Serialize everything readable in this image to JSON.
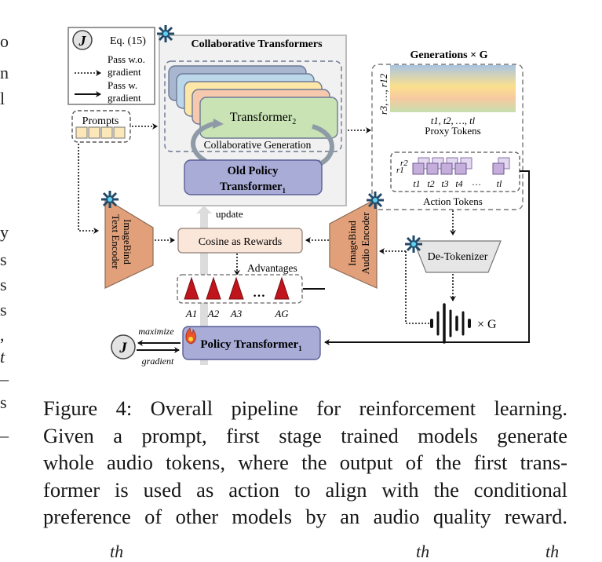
{
  "legend": {
    "objective_symbol": "J",
    "objective_label": "Eq. (15)",
    "dotted_label_line1": "Pass w.o.",
    "dotted_label_line2": "gradient",
    "solid_label_line1": "Pass w.",
    "solid_label_line2": "gradient"
  },
  "collab": {
    "title": "Collaborative Transformers",
    "front_transformer": "Transformer",
    "front_transformer_sub": "2",
    "loop_label": "Collaborative Generation",
    "old_policy_line1": "Old Policy",
    "old_policy_line2": "Transformer",
    "old_policy_sub": "1",
    "stack_colors": [
      "#a9b6cf",
      "#bcd7ea",
      "#fde7a6",
      "#f6c8ad",
      "#c9e3b5"
    ]
  },
  "prompts": {
    "label": "Prompts",
    "token_count": 4
  },
  "generations": {
    "title": "Generations × G",
    "proxy_axis_y": "r3, …, r12",
    "proxy_axis_x": "t1, t2, …, tl",
    "proxy_label": "Proxy Tokens",
    "action_rows": [
      "r2",
      "r1"
    ],
    "action_cols": [
      "t1",
      "t2",
      "t3",
      "t4",
      "…",
      "tl"
    ],
    "action_label": "Action Tokens"
  },
  "text_encoder": {
    "line1": "ImageBind",
    "line2": "Text Encoder"
  },
  "audio_encoder": {
    "line1": "ImageBind",
    "line2": "Audio Encoder"
  },
  "update_label": "update",
  "rewards_label": "Cosine as Rewards",
  "advantages": {
    "label": "Advantages",
    "items": [
      "A1",
      "A2",
      "A3",
      "AG"
    ],
    "ellipsis": "…"
  },
  "detokenizer_label": "De-Tokenizer",
  "audio_multiplier": "× G",
  "policy": {
    "label": "Policy Transformer",
    "sub": "1",
    "maximize": "maximize",
    "gradient": "gradient",
    "objective_symbol": "J"
  },
  "caption": {
    "lines": [
      "Figure 4: Overall pipeline for reinforcement learning.",
      "Given a prompt, first stage trained models generate",
      "whole audio tokens, where the output of the first trans-",
      "former is used as action to align with the conditional",
      "preference of other models by an audio quality reward."
    ]
  },
  "left_edge_fragments": [
    "o",
    "n",
    "l",
    "y",
    "s",
    "s",
    "s",
    ",",
    "t",
    "–",
    "s",
    "–"
  ],
  "bottom_fragments": [
    "th",
    "th",
    "th"
  ]
}
